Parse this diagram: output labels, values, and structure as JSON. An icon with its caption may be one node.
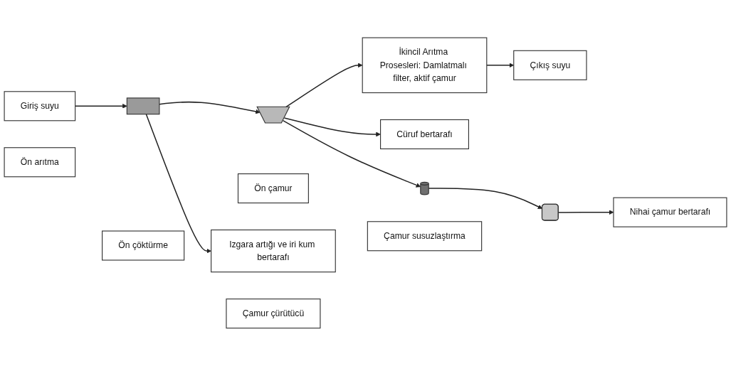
{
  "diagram": {
    "nodes": [
      {
        "text": [
          "Giriş suyu"
        ]
      },
      {
        "text": [
          "Ön arıtma"
        ]
      },
      {
        "text": [],
        "shape": "bar"
      },
      {
        "text": [
          "Ön çöktürme"
        ]
      },
      {
        "text": [],
        "shape": "funnel"
      },
      {
        "text": [
          "İkincil Arıtma Prosesleri: Damlatmalı filter, aktif çamur"
        ]
      },
      {
        "text": [
          "Çıkış suyu"
        ]
      },
      {
        "text": [
          "Ön çamur"
        ]
      },
      {
        "text": [
          "Izgara artığı ve iri kum bertarafı"
        ]
      },
      {
        "text": [
          "Cüruf bertarafı"
        ]
      },
      {
        "text": [],
        "shape": "cylinder"
      },
      {
        "text": [
          "Çamur çürütücü"
        ]
      },
      {
        "text": [],
        "shape": "box"
      },
      {
        "text": [
          "Çamur susuzlaştırma"
        ]
      },
      {
        "text": [
          "Nihai çamur bertarafı"
        ]
      }
    ],
    "edges": [
      {
        "from": 0,
        "to": 2,
        "arrow": "to"
      },
      {
        "from": 2,
        "to": 4,
        "arrow": "to"
      },
      {
        "from": 4,
        "to": 5,
        "arrow": "to"
      },
      {
        "from": 5,
        "to": 6,
        "arrow": "to"
      },
      {
        "from": 2,
        "to": 8,
        "arrow": "to"
      },
      {
        "from": 4,
        "to": 9,
        "arrow": "to"
      },
      {
        "from": 4,
        "to": 10,
        "arrow": "to"
      },
      {
        "from": 10,
        "to": 12,
        "arrow": "to"
      },
      {
        "from": 12,
        "to": 14,
        "arrow": "to"
      }
    ]
  }
}
